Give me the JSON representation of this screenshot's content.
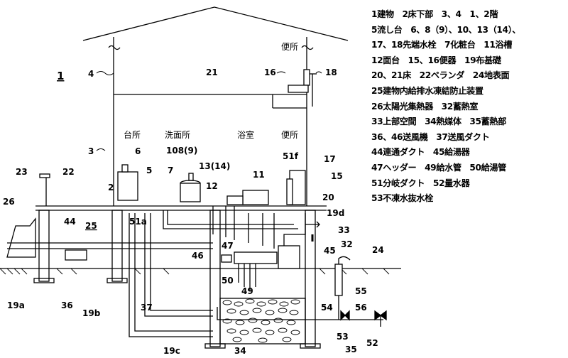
{
  "figure": {
    "number": "1",
    "rooms": {
      "kitchen": "台所",
      "washroom": "洗面所",
      "bathroom": "浴室",
      "toilet_ground": "便所",
      "toilet_upper": "便所"
    },
    "labels": {
      "n4": "4",
      "n21": "21",
      "n16": "16",
      "n18": "18",
      "n3": "3",
      "n6": "6",
      "n108_9": "108(9)",
      "n7": "7",
      "n5": "5",
      "n13_14": "13(14)",
      "n11": "11",
      "n51f": "51f",
      "n17": "17",
      "n15": "15",
      "n23": "23",
      "n22": "22",
      "n2": "2",
      "n12": "12",
      "n20": "20",
      "n26": "26",
      "n44": "44",
      "n25": "25",
      "n1": "1",
      "n51a": "51a",
      "n19d": "19d",
      "n33": "33",
      "n46": "46",
      "n47": "47",
      "n45": "45",
      "n32": "32",
      "n24": "24",
      "n50": "50",
      "n49": "49",
      "n55": "55",
      "n19a": "19a",
      "n36": "36",
      "n19b": "19b",
      "n37": "37",
      "n54": "54",
      "n56": "56",
      "n53": "53",
      "n52": "52",
      "n19c": "19c",
      "n34": "34",
      "n35": "35"
    }
  },
  "legend": [
    "1建物　2床下部　3、4　1、2階",
    "5流し台　6、8（9）、10、13（14）、",
    "17、18先端水栓　7化粧台　11浴槽",
    "12面台　15、16便器　19布基礎",
    "20、21床　22ベランダ　24地表面",
    "25建物内給排水凍結防止装置",
    "26太陽光集熱器　32蓄熱室",
    "33上部空間　34熱媒体　35蓄熱部",
    "36、46送風機　37送風ダクト",
    "44連通ダクト　45給湯器",
    "47ヘッダー　49給水管　50給湯管",
    "51分岐ダクト　52量水器",
    "53不凍水抜水栓"
  ]
}
